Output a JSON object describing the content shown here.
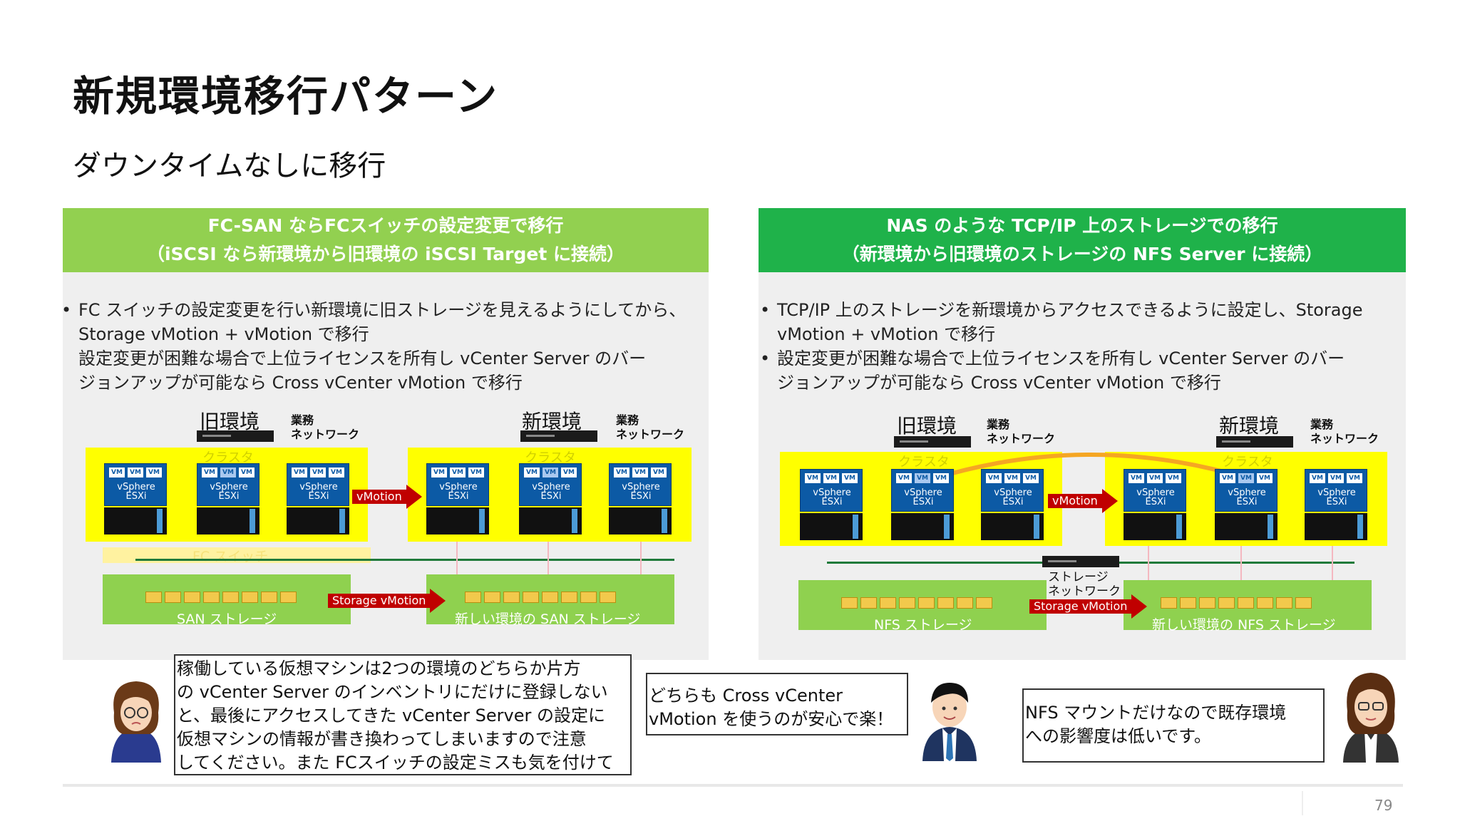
{
  "title": "新規環境移行パターン",
  "subtitle": "ダウンタイムなしに移行",
  "left": {
    "header_line1": "FC-SAN ならFCスイッチの設定変更で移行",
    "header_line2": "（iSCSI なら新環境から旧環境の iSCSI Target に接続）",
    "header_color": "#92d050",
    "bullets": [
      [
        "FC スイッチの設定変更を行い新環境に旧ストレージを見えるようにしてから、",
        "Storage vMotion + vMotion で移行",
        "設定変更が困難な場合で上位ライセンスを所有し vCenter Server のバー",
        "ジョンアップが可能なら Cross vCenter vMotion で移行"
      ]
    ],
    "old_env": "旧環境",
    "new_env": "新環境",
    "biz_net_1": "業務",
    "biz_net_2": "ネットワーク",
    "cluster": "クラスタ",
    "vm": "VM",
    "sphere_1": "vSphere",
    "sphere_2": "ESXi",
    "vmotion": "vMotion",
    "fc_switch": "FC スイッチ",
    "storage_vmotion": "Storage vMotion",
    "san_storage": "SAN ストレージ",
    "new_san_storage": "新しい環境の SAN ストレージ"
  },
  "right": {
    "header_line1": "NAS のような TCP/IP 上のストレージでの移行",
    "header_line2": "（新環境から旧環境のストレージの NFS Server に接続）",
    "header_color": "#1fb24a",
    "bullets": [
      [
        "TCP/IP 上のストレージを新環境からアクセスできるように設定し、Storage",
        "vMotion + vMotion で移行"
      ],
      [
        "設定変更が困難な場合で上位ライセンスを所有し vCenter Server のバー",
        "ジョンアップが可能なら Cross vCenter vMotion で移行"
      ]
    ],
    "old_env": "旧環境",
    "new_env": "新環境",
    "biz_net_1": "業務",
    "biz_net_2": "ネットワーク",
    "cluster": "クラスタ",
    "vm": "VM",
    "sphere_1": "vSphere",
    "sphere_2": "ESXi",
    "vmotion": "vMotion",
    "storage_net_1": "ストレージ",
    "storage_net_2": "ネットワーク",
    "storage_vmotion": "Storage vMotion",
    "nfs_storage": "NFS ストレージ",
    "new_nfs_storage": "新しい環境の NFS ストレージ"
  },
  "bubbles": {
    "left_lines": [
      "稼働している仮想マシンは2つの環境のどちらか片方",
      "の vCenter Server のインベントリにだけに登録しない",
      "と、最後にアクセスしてきた vCenter Server の設定に",
      "仮想マシンの情報が書き換わってしまいますので注意",
      "してください。また FCスイッチの設定ミスも気を付けて"
    ],
    "middle_lines": [
      "どちらも Cross vCenter",
      "vMotion を使うのが安心で楽！"
    ],
    "right_lines": [
      "NFS マウントだけなので既存環境",
      "への影響度は低いです。"
    ]
  },
  "page_number": "79"
}
